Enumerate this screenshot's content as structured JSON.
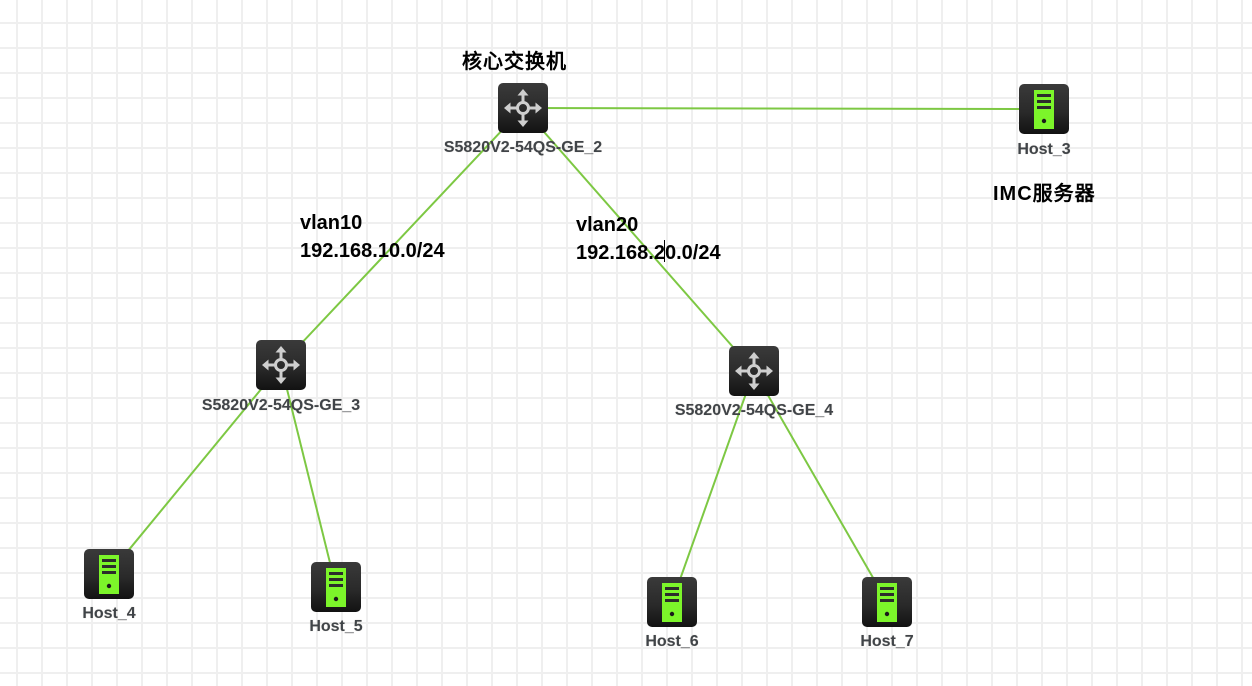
{
  "canvas": {
    "grid": true,
    "link_color": "#7dc843",
    "host_icon_color": "#7cf52a"
  },
  "annotations": {
    "core_title": "核心交换机",
    "imc_server": "IMC服务器",
    "vlan10": {
      "name": "vlan10",
      "subnet": "192.168.10.0/24"
    },
    "vlan20": {
      "name": "vlan20",
      "subnet_before_cursor": "192.168.2",
      "subnet_after_cursor": "0.0/24"
    }
  },
  "nodes": {
    "core": {
      "type": "switch",
      "icon": "switch-arrows-icon",
      "label": "S5820V2-54QS-GE_2"
    },
    "sw3": {
      "type": "switch",
      "icon": "switch-arrows-icon",
      "label": "S5820V2-54QS-GE_3"
    },
    "sw4": {
      "type": "switch",
      "icon": "switch-arrows-icon",
      "label": "S5820V2-54QS-GE_4"
    },
    "host3": {
      "type": "host",
      "icon": "server-icon",
      "label": "Host_3"
    },
    "host4": {
      "type": "host",
      "icon": "server-icon",
      "label": "Host_4"
    },
    "host5": {
      "type": "host",
      "icon": "server-icon",
      "label": "Host_5"
    },
    "host6": {
      "type": "host",
      "icon": "server-icon",
      "label": "Host_6"
    },
    "host7": {
      "type": "host",
      "icon": "server-icon",
      "label": "Host_7"
    }
  },
  "links": [
    [
      "core",
      "host3"
    ],
    [
      "core",
      "sw3"
    ],
    [
      "core",
      "sw4"
    ],
    [
      "sw3",
      "host4"
    ],
    [
      "sw3",
      "host5"
    ],
    [
      "sw4",
      "host6"
    ],
    [
      "sw4",
      "host7"
    ]
  ]
}
